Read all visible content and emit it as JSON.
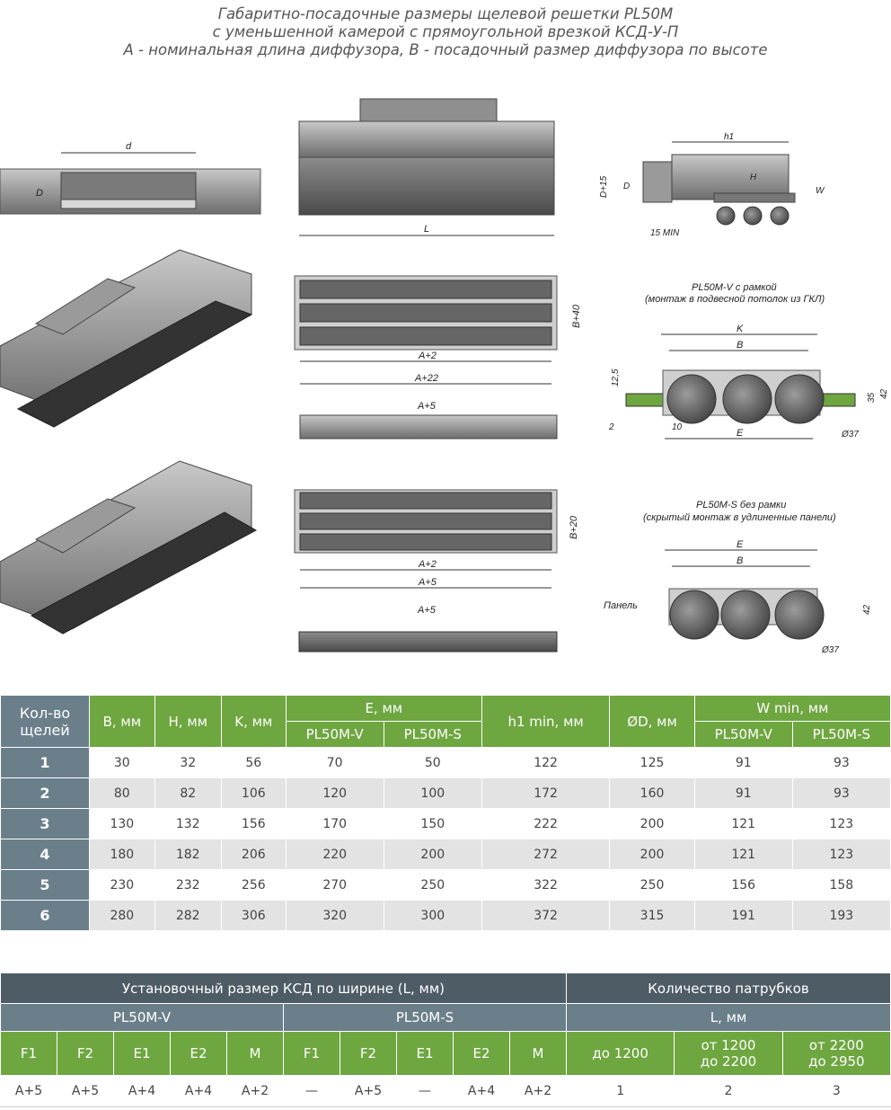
{
  "title": {
    "line1": "Габаритно-посадочные размеры щелевой решетки PL50M",
    "line2": "с уменьшенной камерой с прямоугольной врезкой КСД-У-П",
    "line3": "A - номинальная длина диффузора, B - посадочный размер диффузора по высоте"
  },
  "drawing_labels": {
    "d": "d",
    "D": "D",
    "L": "L",
    "h1": "h1",
    "H": "H",
    "W": "W",
    "D15": "D+15",
    "min15": "15 MIN",
    "A2": "A+2",
    "A22": "A+22",
    "A5": "A+5",
    "B40": "B+40",
    "B20": "B+20",
    "v_title": "PL50M-V с рамкой",
    "v_sub": "(монтаж в подвесной потолок из ГКЛ)",
    "s_title": "PL50M-S без рамки",
    "s_sub": "(скрытый монтаж в удлиненные панели)",
    "K": "K",
    "B": "B",
    "E": "E",
    "d125": "12,5",
    "d2": "2",
    "d10": "10",
    "d35": "35",
    "d42": "42",
    "d37": "Ø37",
    "panel": "Панель"
  },
  "spec_table": {
    "headers": {
      "count": "Кол-во щелей",
      "B": "B, мм",
      "H": "H, мм",
      "K": "K, мм",
      "E": "E, мм",
      "h1": "h1 min, мм",
      "D": "ØD, мм",
      "W": "W min, мм",
      "v": "PL50M-V",
      "s": "PL50M-S"
    },
    "rows": [
      [
        "1",
        "30",
        "32",
        "56",
        "70",
        "50",
        "122",
        "125",
        "91",
        "93"
      ],
      [
        "2",
        "80",
        "82",
        "106",
        "120",
        "100",
        "172",
        "160",
        "91",
        "93"
      ],
      [
        "3",
        "130",
        "132",
        "156",
        "170",
        "150",
        "222",
        "200",
        "121",
        "123"
      ],
      [
        "4",
        "180",
        "182",
        "206",
        "220",
        "200",
        "272",
        "200",
        "121",
        "123"
      ],
      [
        "5",
        "230",
        "232",
        "256",
        "270",
        "250",
        "322",
        "250",
        "156",
        "158"
      ],
      [
        "6",
        "280",
        "282",
        "306",
        "320",
        "300",
        "372",
        "315",
        "191",
        "193"
      ]
    ]
  },
  "install_table": {
    "h_left": "Установочный размер КСД по ширине (L, мм)",
    "h_right": "Количество патрубков",
    "v": "PL50M-V",
    "s": "PL50M-S",
    "L": "L, мм",
    "cols": [
      "F1",
      "F2",
      "E1",
      "E2",
      "M",
      "F1",
      "F2",
      "E1",
      "E2",
      "M"
    ],
    "len_cols": [
      "до 1200",
      "от 1200\nдо 2200",
      "от 2200\nдо 2950"
    ],
    "values": [
      "A+5",
      "A+5",
      "A+4",
      "A+4",
      "A+2",
      "—",
      "A+5",
      "—",
      "A+4",
      "A+2",
      "1",
      "2",
      "3"
    ]
  }
}
